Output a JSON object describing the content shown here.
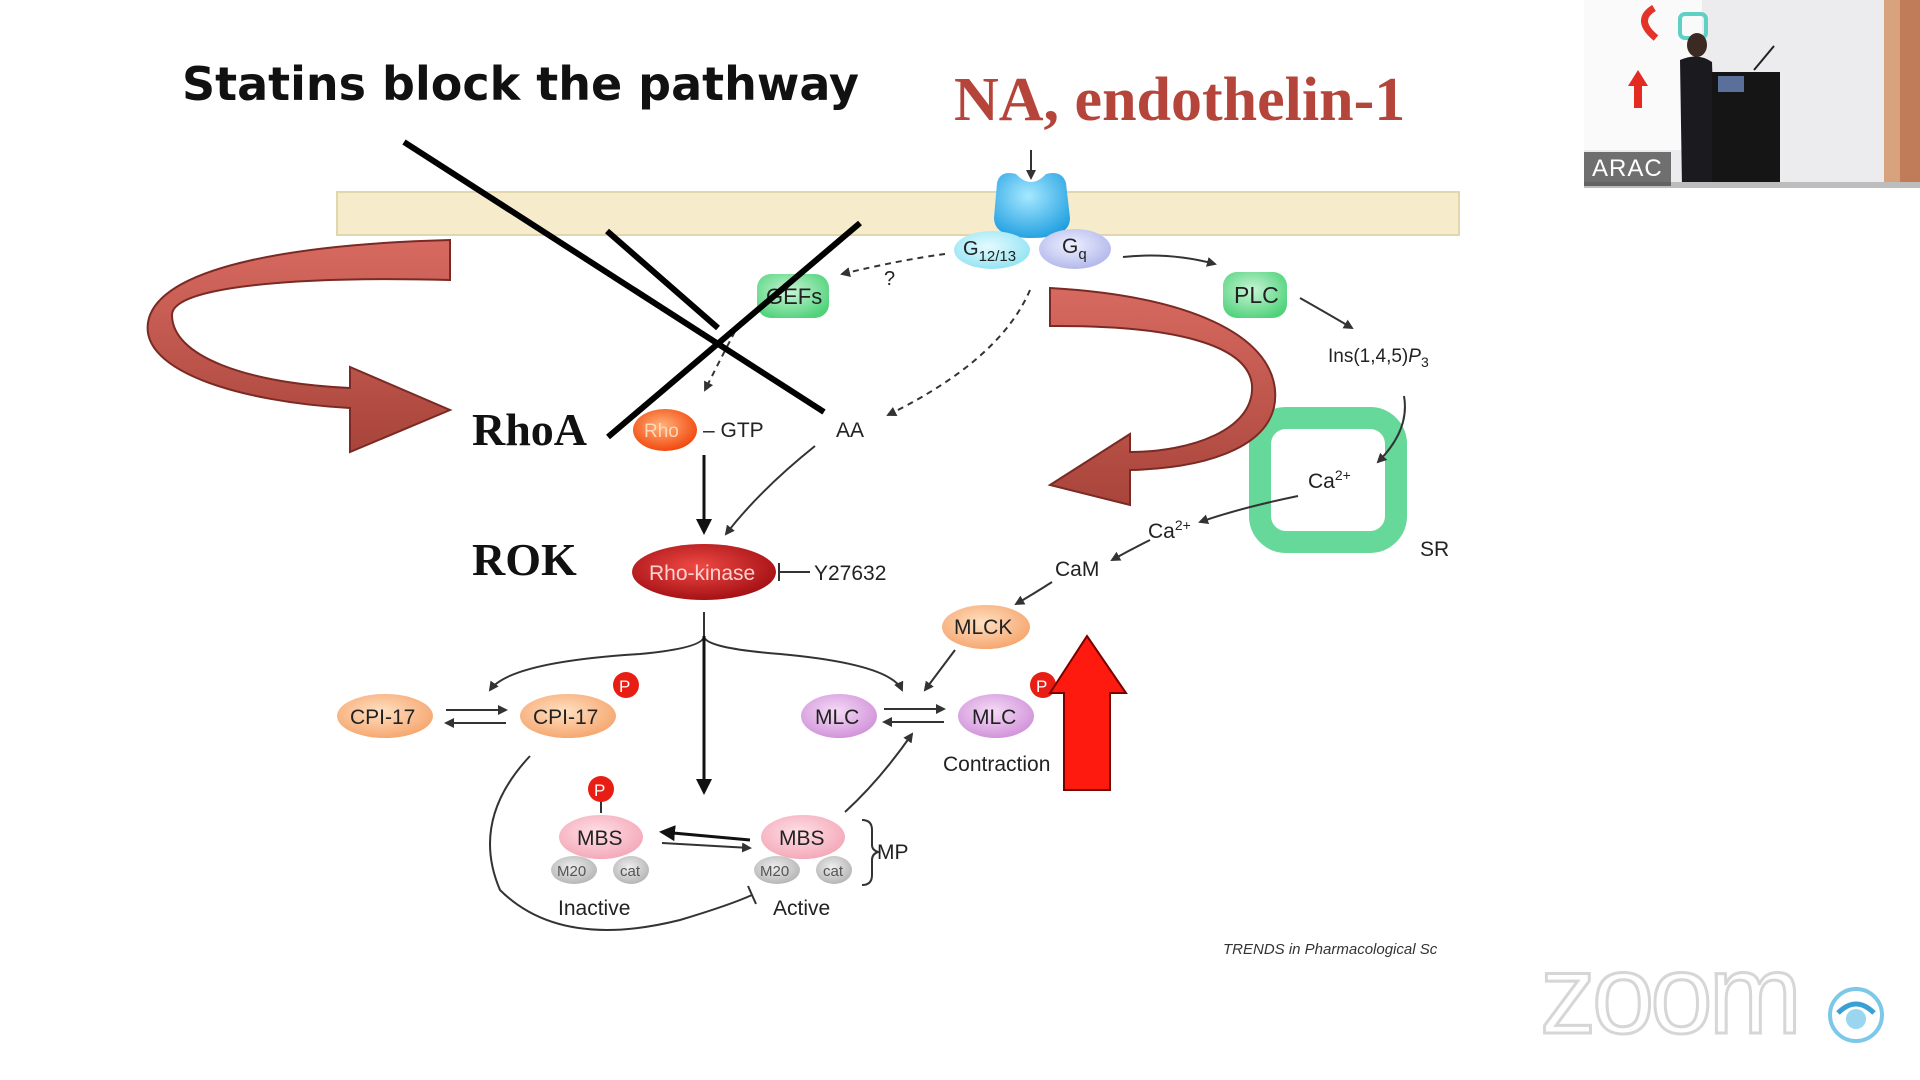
{
  "slide": {
    "header": "Statins block the pathway",
    "agonists": "NA, endothelin-1",
    "rhoa_label": "RhoA",
    "rok_label": "ROK",
    "source": "TRENDS in Pharmacological Sc"
  },
  "pathway": {
    "g1213": "G",
    "g1213_sub": "12/13",
    "gq": "G",
    "gq_sub": "q",
    "question": "?",
    "gefs": "GEFs",
    "plc": "PLC",
    "ip3": "Ins(1,4,5)",
    "ip3_p": "P",
    "ip3_sub": "3",
    "rho": "Rho",
    "gtp": "– GTP",
    "aa": "AA",
    "rho_kinase": "Rho-kinase",
    "y27632": "Y27632",
    "ca_sr": "Ca",
    "ca_sr_sup": "2+",
    "sr": "SR",
    "ca_free": "Ca",
    "ca_free_sup": "2+",
    "cam": "CaM",
    "mlck": "MLCK",
    "cpi17": "CPI-17",
    "cpi17p": "CPI-17",
    "mlc": "MLC",
    "mlcp": "MLC",
    "p": "P",
    "contraction": "Contraction",
    "mbs_inactive": "MBS",
    "mbs_active": "MBS",
    "m20": "M20",
    "cat": "cat",
    "mp": "MP",
    "inactive": "Inactive",
    "active": "Active"
  },
  "video": {
    "participant": "ARAC"
  },
  "branding": {
    "zoom": "zoom"
  },
  "colors": {
    "agonist_red": "#b5453a",
    "band_arrow": "#c0564e",
    "rho_kinase": "#c8141b",
    "highlight_arrow": "#ff1a0f",
    "sr_green": "#5fd68f",
    "membrane": "#f6eccb"
  }
}
